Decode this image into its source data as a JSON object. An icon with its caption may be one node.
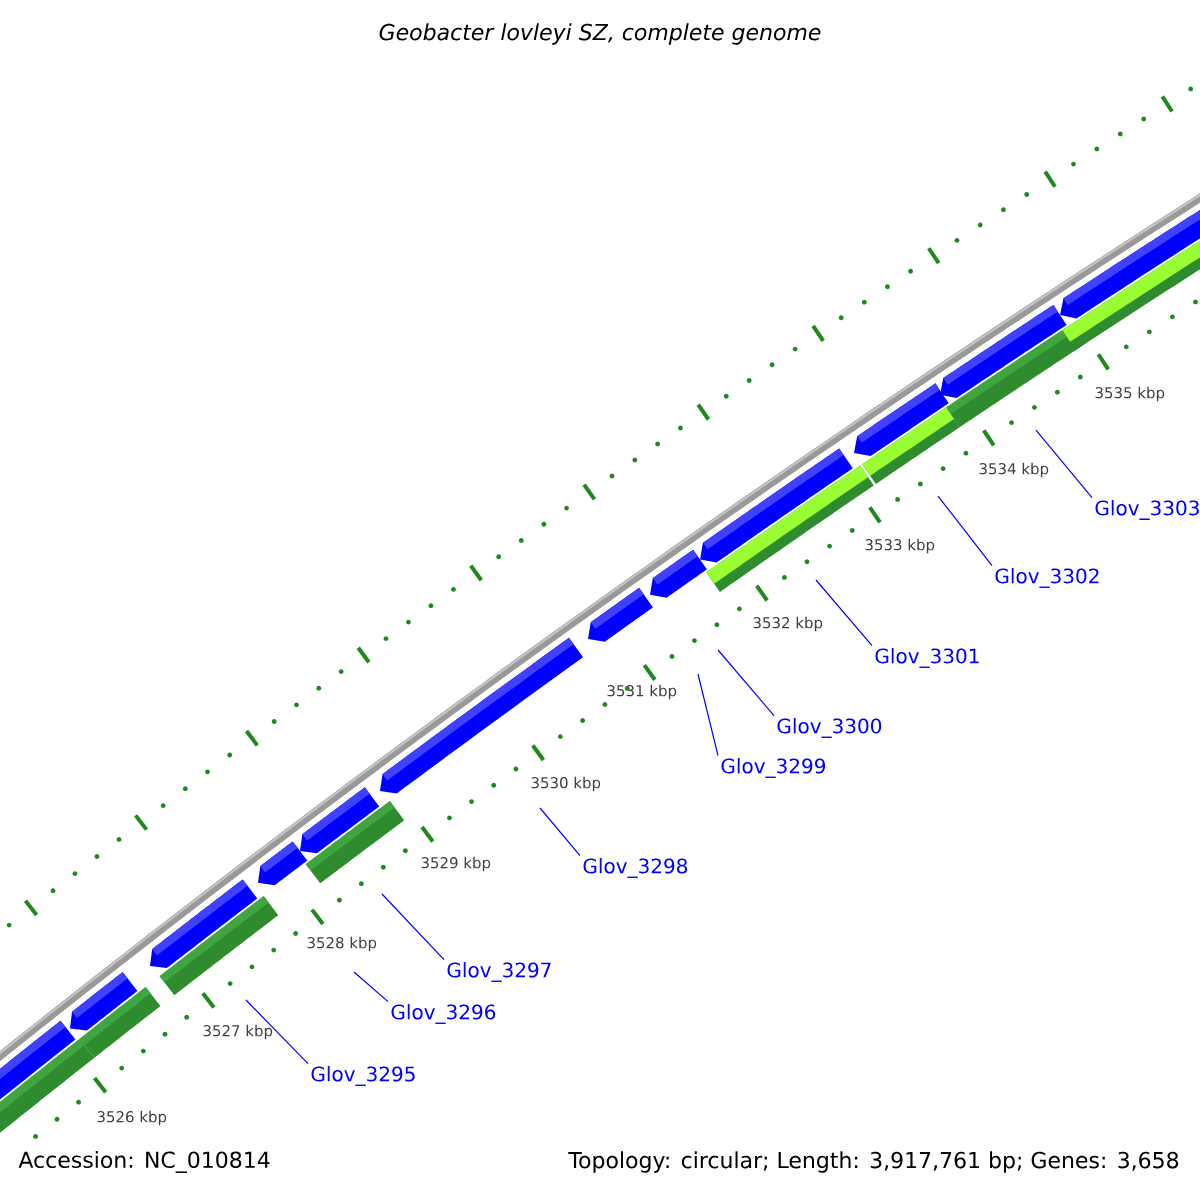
{
  "diagram": {
    "title": "Geobacter lovleyi SZ, complete genome",
    "nodes": [
      {
        "text": [
          "Glov_3295"
        ]
      },
      {
        "text": [
          "Glov_3296"
        ]
      },
      {
        "text": [
          "Glov_3297"
        ]
      },
      {
        "text": [
          "Glov_3298"
        ]
      },
      {
        "text": [
          "Glov_3299"
        ]
      },
      {
        "text": [
          "Glov_3300"
        ]
      },
      {
        "text": [
          "Glov_3301"
        ]
      },
      {
        "text": [
          "Glov_3302"
        ]
      },
      {
        "text": [
          "Glov_3303"
        ]
      }
    ],
    "edges": [
      {
        "from": 0,
        "to": null,
        "arrow": "none"
      },
      {
        "from": 1,
        "to": null,
        "arrow": "none"
      },
      {
        "from": 2,
        "to": null,
        "arrow": "none"
      },
      {
        "from": 3,
        "to": null,
        "arrow": "none"
      },
      {
        "from": 4,
        "to": null,
        "arrow": "none"
      },
      {
        "from": 5,
        "to": null,
        "arrow": "none"
      },
      {
        "from": 6,
        "to": null,
        "arrow": "none"
      },
      {
        "from": 7,
        "to": null,
        "arrow": "none"
      },
      {
        "from": 8,
        "to": null,
        "arrow": "none"
      }
    ],
    "labels": [
      "3526 kbp",
      "3527 kbp",
      "3528 kbp",
      "3529 kbp",
      "3530 kbp",
      "3531 kbp",
      "3532 kbp",
      "3533 kbp",
      "3534 kbp",
      "3535 kbp",
      "Accession: NC_010814",
      "Topology: circular; Length: 3,917,761 bp; Genes: 3,658"
    ]
  }
}
